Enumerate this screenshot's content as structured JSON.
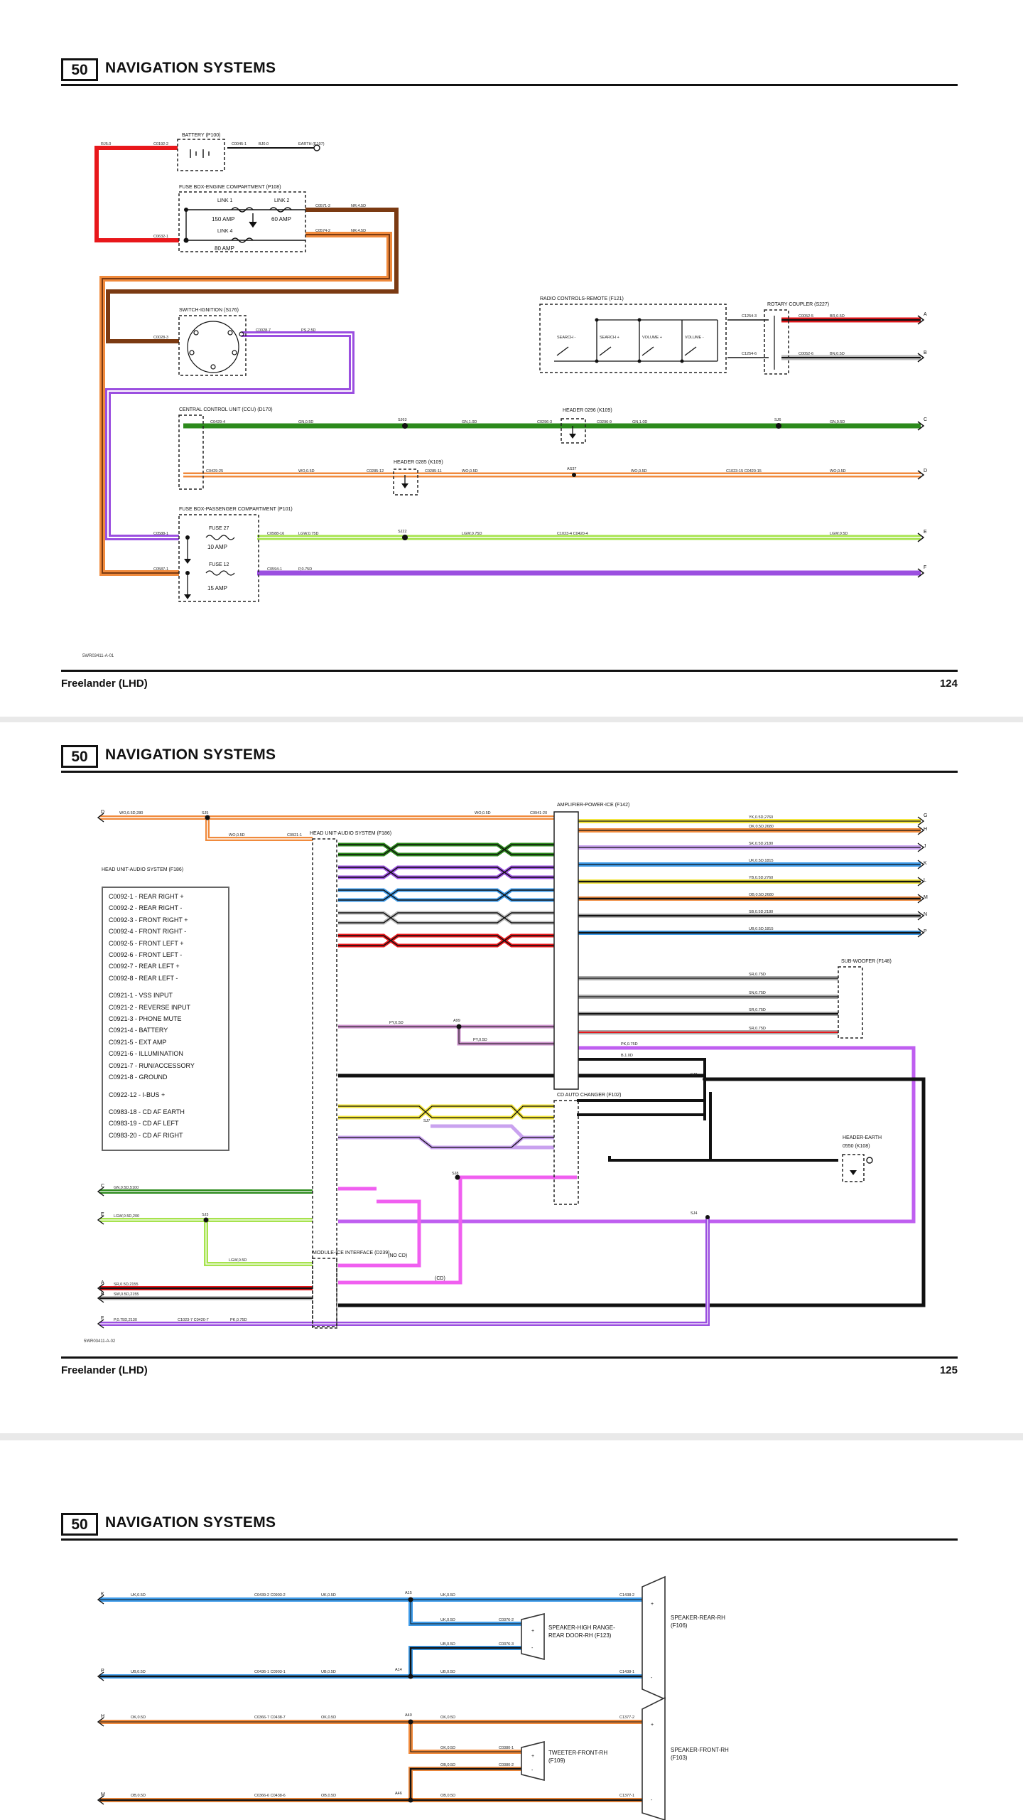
{
  "section_number": "50",
  "section_title": "NAVIGATION SYSTEMS",
  "model": "Freelander (LHD)",
  "pages": [
    {
      "page_no": "124",
      "fig_id": "5WR03411-A-01"
    },
    {
      "page_no": "125",
      "fig_id": "5WR03411-A-02"
    },
    {
      "page_no": ""
    }
  ],
  "colors": {
    "red": "#e8171b",
    "brown": "#7b3a12",
    "purple": "#9b4fe0",
    "green": "#2c8a1c",
    "orange": "#f08a3c",
    "lime": "#a6e34d",
    "blue": "#3d9ae8",
    "black": "#111111",
    "magenta": "#f05ff0",
    "yellow": "#f2e53c",
    "grey": "#888888"
  },
  "components": {
    "battery": "BATTERY (P100)",
    "fuse_engine": "FUSE BOX-ENGINE COMPARTMENT (P108)",
    "link1": "LINK 1",
    "link1_amp": "150 AMP",
    "link2": "LINK 2",
    "link2_amp": "60 AMP",
    "link4": "LINK 4",
    "link4_amp": "80 AMP",
    "ignition": "SWITCH-IGNITION (S176)",
    "radio_remote": "RADIO CONTROLS-REMOTE (F121)",
    "rotary": "ROTARY COUPLER (S227)",
    "ccu": "CENTRAL CONTROL UNIT (CCU) (D170)",
    "header0296": "HEADER 0296 (K109)",
    "header0285": "HEADER 0285 (K109)",
    "fuse_pass": "FUSE BOX-PASSENGER COMPARTMENT (P101)",
    "fuse27": "FUSE 27",
    "fuse27_amp": "10 AMP",
    "fuse12": "FUSE 12",
    "fuse12_amp": "15 AMP",
    "amplifier": "AMPLIFIER-POWER-ICE (F142)",
    "head_unit": "HEAD UNIT-AUDIO SYSTEM (F186)",
    "subwoofer": "SUB-WOOFER (F148)",
    "cd_changer": "CD AUTO CHANGER (F102)",
    "header_earth": "HEADER-EARTH",
    "header_earth_2": "0550 (K108)",
    "module_ice": "MODULE-ICE INTERFACE (D239)",
    "no_cd": "(NO CD)",
    "cd": "(CD)",
    "spk_high_rear": "SPEAKER-HIGH RANGE-REAR DOOR-RH (F123)",
    "spk_rear_rh": "SPEAKER-REAR-RH (F106)",
    "tweeter_front": "TWEETER-FRONT-RH (F109)",
    "spk_front_rh": "SPEAKER-FRONT-RH (F103)"
  },
  "legend": {
    "title": "HEAD UNIT-AUDIO SYSTEM (F186)",
    "groups": [
      [
        "C0092-1 - REAR RIGHT +",
        "C0092-2 - REAR RIGHT -",
        "C0092-3 - FRONT RIGHT +",
        "C0092-4 - FRONT RIGHT -",
        "C0092-5 - FRONT LEFT +",
        "C0092-6 - FRONT LEFT -",
        "C0092-7 - REAR LEFT +",
        "C0092-8 - REAR LEFT -"
      ],
      [
        "C0921-1 - VSS INPUT",
        "C0921-2 - REVERSE INPUT",
        "C0921-3 - PHONE MUTE",
        "C0921-4 - BATTERY",
        "C0921-5 - EXT AMP",
        "C0921-6 - ILLUMINATION",
        "C0921-7 - RUN/ACCESSORY",
        "C0921-8 - GROUND"
      ],
      [
        "C0922-12 - I-BUS +"
      ],
      [
        "C0983-18 - CD AF EARTH",
        "C0983-19 - CD AF LEFT",
        "C0983-20 - CD AF RIGHT"
      ]
    ]
  },
  "page1_labels": {
    "a": "RJ5.0",
    "b": "C0192-2",
    "c": "C0045-1",
    "d": "BJ0.0",
    "e": "EARTH (E107)",
    "f": "C0571-2",
    "g": "NR,4.5D",
    "h": "C0632-1",
    "i": "C0574-2",
    "j": "NR,4.5D",
    "k": "C0028-3",
    "l": "C0028-7",
    "m": "PS,2.5D",
    "n": "C1254-3",
    "o": "C0052-5",
    "p": "BR,0.5D",
    "q": "C1254-6",
    "r": "C0052-6",
    "s": "BN,0.5D",
    "t": "C0429-4",
    "u": "GN,0.5D",
    "v": "SJ63",
    "w": "GN,1.0D",
    "x": "C0296-3",
    "y": "C0296-9",
    "z": "GN,1.0D",
    "aa": "SJ6",
    "ab": "GN,0.5D",
    "ac": "C0429-25",
    "ad": "WO,0.5D",
    "ae": "C0285-12",
    "af": "C0285-11",
    "ag": "WO,0.5D",
    "ah": "AS37",
    "ai": "WO,0.5D",
    "aj": "C1023-15 C0420-15",
    "ak": "WO,0.5D",
    "al": "C0588-1",
    "am": "C0588-16",
    "an": "LGW,0.75D",
    "ao": "SJ22",
    "ap": "LGW,0.75D",
    "aq": "C1023-4 C0420-4",
    "ar": "LGW,0.5D",
    "as": "C0587-1",
    "at": "C0594-1",
    "au": "P,0.75D",
    "w1": "SEARCH -",
    "w2": "SEARCH +",
    "w3": "VOLUME +",
    "w4": "VOLUME -",
    "e1": "A",
    "e2": "B",
    "e3": "C",
    "e4": "D",
    "e5": "E",
    "e6": "F"
  },
  "page2_edges": {
    "l1": "D",
    "l2": "C",
    "l3": "E",
    "l4": "A",
    "l5": "B",
    "l6": "F",
    "r1": "G",
    "r2": "H",
    "r3": "J",
    "r4": "K",
    "r5": "L",
    "r6": "M",
    "r7": "N",
    "r8": "P"
  },
  "page2_labels": {
    "a": "WO,0.5D,280",
    "b": "SJ5",
    "c": "WO,0.5D",
    "d": "C0941-20",
    "e": "WO,0.5D",
    "f": "C0921-1",
    "g": "YK,0.5D,2760",
    "h": "OK,0.5D,2680",
    "i": "SK,0.5D,2180",
    "j": "UK,0.5D,1815",
    "k": "YB,0.5D,2760",
    "l": "OB,0.5D,2680",
    "m": "SB,0.5D,2180",
    "n": "UB,0.5D,1815",
    "o": "SR,0.75D",
    "p": "SN,0.75D",
    "q": "SR,0.75D",
    "r": "SR,0.75D",
    "s": "PY,0.5D",
    "t": "A99",
    "u": "PY,0.5D",
    "v": "PK,0.75D",
    "w": "B,1.0D",
    "x": "SJ8",
    "y": "SJ7",
    "z": "SJ8",
    "aa": "SJ4",
    "ab": "GN,0.5D,5100",
    "ac": "LGW,0.5D,200",
    "ad": "SJ3",
    "ae": "LGW,0.5D",
    "af": "SR,0.5D,2155",
    "ag": "SW,0.5D,2155",
    "ah": "P,0.75D,2130",
    "ai": "C1023-7 C0420-7",
    "aj": "PK,0.75D"
  },
  "page3_edges": {
    "l1": "K",
    "l2": "P",
    "l3": "H",
    "l4": "M"
  },
  "page3_labels": {
    "a": "UK,0.5D",
    "b": "C0439-2 C0903-2",
    "c": "UK,0.5D",
    "d": "A15",
    "e": "UK,0.5D",
    "f": "C1438-2",
    "g": "UK,0.5D",
    "h": "C0376-2",
    "i": "UB,0.5D",
    "j": "C0376-3",
    "k": "UB,0.5D",
    "l": "C0436-1 C0903-1",
    "m": "UB,0.5D",
    "n": "A14",
    "o": "UB,0.5D",
    "p": "C1438-1",
    "q": "OK,0.5D",
    "r": "C0366-7 C0438-7",
    "s": "OK,0.5D",
    "t": "A40",
    "u": "OK,0.5D",
    "v": "C1377-2",
    "w": "OK,0.5D",
    "x": "C0380-1",
    "y": "OB,0.5D",
    "z": "C0380-2",
    "aa": "OB,0.5D",
    "ab": "C0366-6 C0438-6",
    "ac": "OB,0.5D",
    "ad": "A46",
    "ae": "OB,0.5D",
    "af": "C1377-1"
  }
}
